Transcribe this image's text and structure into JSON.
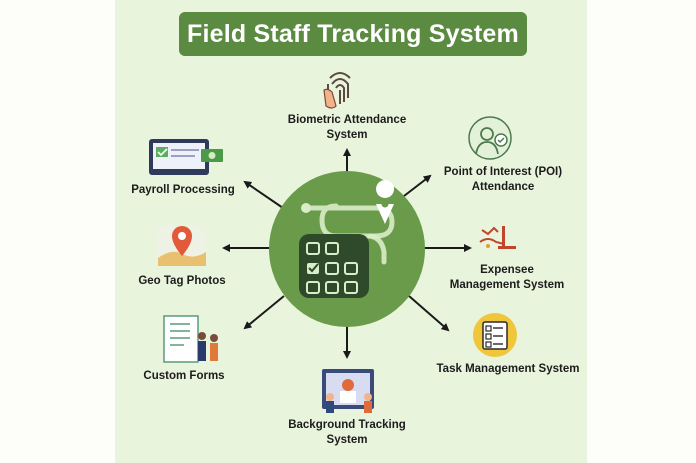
{
  "title": "Field Staff Tracking System",
  "colors": {
    "banner": "#5a8b40",
    "hub": "#6a9b4a",
    "hub_dark": "#2f4a2a",
    "background": "#e9f4dc",
    "arrow": "#1a1a1a"
  },
  "hub_icon": "route-pin-checklist-icon",
  "nodes": [
    {
      "id": "biometric",
      "label": "Biometric Attendance",
      "label2": "System",
      "icon": "fingerprint-icon"
    },
    {
      "id": "poi",
      "label": "Point of Interest (POI)",
      "label2": "Attendance",
      "icon": "person-check-icon"
    },
    {
      "id": "expense",
      "label": "Expensee",
      "label2": "Management System",
      "icon": "hand-coins-icon"
    },
    {
      "id": "task",
      "label": "Task Management System",
      "label2": "",
      "icon": "task-checklist-icon"
    },
    {
      "id": "background",
      "label": "Background Tracking",
      "label2": "System",
      "icon": "people-screen-icon"
    },
    {
      "id": "forms",
      "label": "Custom Forms",
      "label2": "",
      "icon": "form-people-icon"
    },
    {
      "id": "geotag",
      "label": "Geo Tag Photos",
      "label2": "",
      "icon": "map-pin-photo-icon"
    },
    {
      "id": "payroll",
      "label": "Payroll Processing",
      "label2": "",
      "icon": "monitor-cash-icon"
    }
  ]
}
